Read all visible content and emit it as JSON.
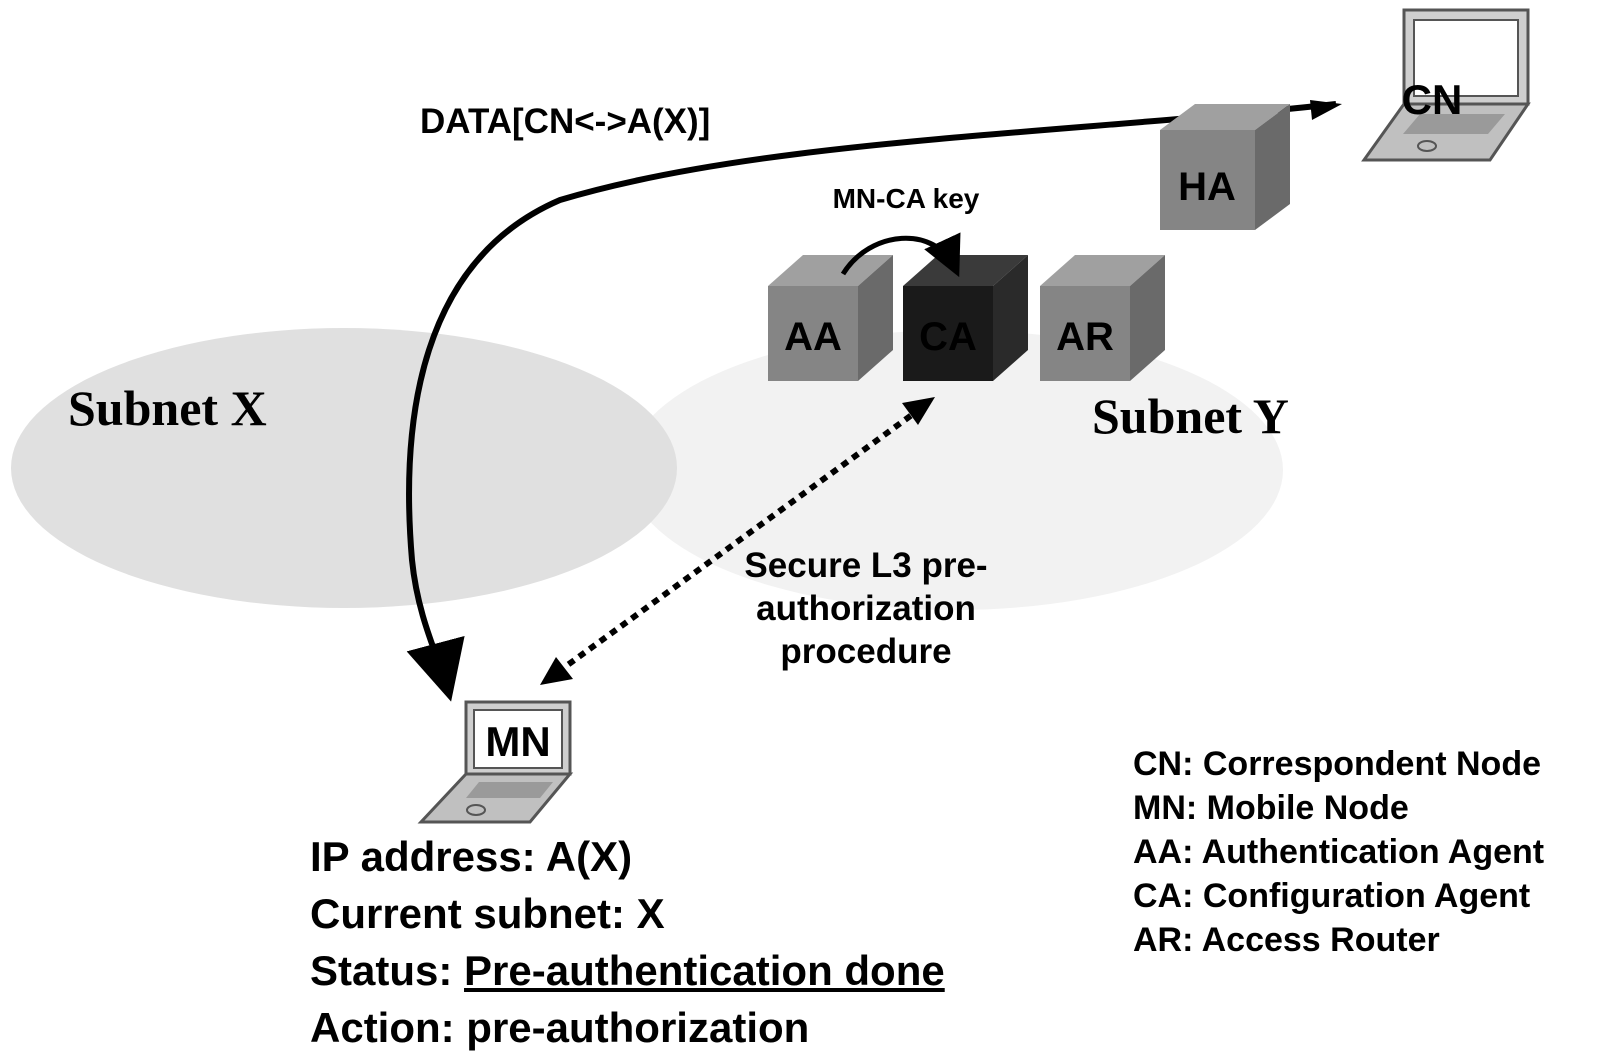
{
  "subnets": {
    "x_label": "Subnet X",
    "y_label": "Subnet Y"
  },
  "nodes": {
    "cn": "CN",
    "ha": "HA",
    "aa": "AA",
    "ca": "CA",
    "ar": "AR",
    "mn": "MN"
  },
  "labels": {
    "data_flow": "DATA[CN<->A(X)]",
    "key_transfer": "MN-CA key",
    "procedure_line1": "Secure L3 pre-",
    "procedure_line2": "authorization",
    "procedure_line3": "procedure"
  },
  "mn_status": {
    "ip_label": "IP address: A(X)",
    "subnet_label": "Current subnet: X",
    "status_prefix": "Status: ",
    "status_value": "Pre-authentication done",
    "action_label": "Action: pre-authorization"
  },
  "legend": [
    "CN: Correspondent Node",
    "MN: Mobile Node",
    "AA: Authentication Agent",
    "CA: Configuration Agent",
    "AR: Access Router"
  ],
  "colors": {
    "subnet_x": "#e0e0e0",
    "subnet_y": "#f2f2f2",
    "box_gray": "#808080",
    "box_dark": "#1a1a1a"
  }
}
